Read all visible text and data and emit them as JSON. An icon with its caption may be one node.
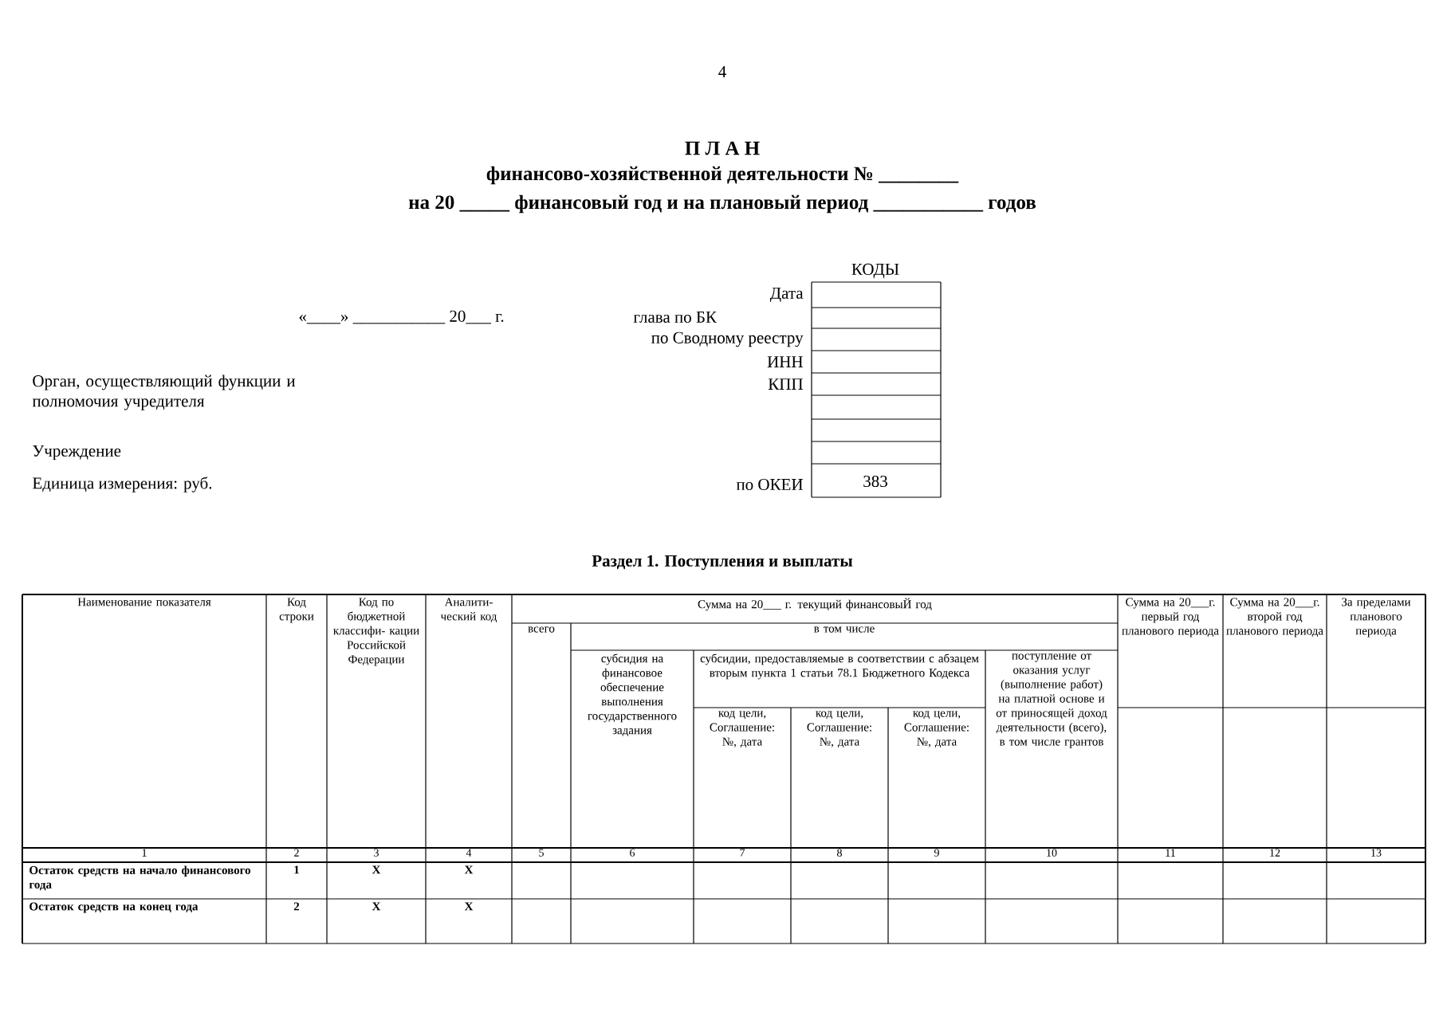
{
  "diagram": {
    "title": "П Л А Н",
    "labels": [
      "4",
      "финансово-хозяйственной деятельности № ________",
      "на 20 _____ финансовый год и на плановый период ___________ годов",
      "КОДЫ",
      "Дата",
      "«____» ___________ 20___ г.",
      "глава по БК",
      "по Сводному реестру",
      "ИНН",
      "Орган, осуществляющий функции и полномочия учредителя",
      "КПП",
      "Учреждение",
      "Единица измерения: руб.",
      "по ОКЕИ",
      "383",
      "Раздел 1. Поступления и выплаты",
      "Наименование показателя",
      "Код строки",
      "Код по бюджетной классифи- кации Российской Федерации",
      "Аналити- ческий код",
      "Сумма на 20___ г. текущий финансовыЙ год",
      "Сумма на 20___г. первый год планового периода",
      "Сумма на 20___г. второй год планового периода",
      "За пределами планового периода",
      "всего",
      "в том числе",
      "субсидия на финансовое обеспечение выполнения государственного задания",
      "субсидии, предоставляемые в соответствии с абзацем вторым пункта 1 статьи 78.1 Бюджетного Кодекса",
      "поступление от оказания услуг (выполнение работ) на платной основе и от приносящей доход деятельности (всего), в том числе грантов",
      "код цели, Соглашение: №, дата",
      "код цели, Соглашение: №, дата",
      "код цели, Соглашение: №, дата",
      "1",
      "2",
      "3",
      "4",
      "5",
      "6",
      "7",
      "8",
      "9",
      "10",
      "11",
      "12",
      "13",
      "Остаток средств на начало финансового года",
      "1",
      "X",
      "X",
      "Остаток средств на конец года",
      "2",
      "X",
      "X"
    ]
  }
}
